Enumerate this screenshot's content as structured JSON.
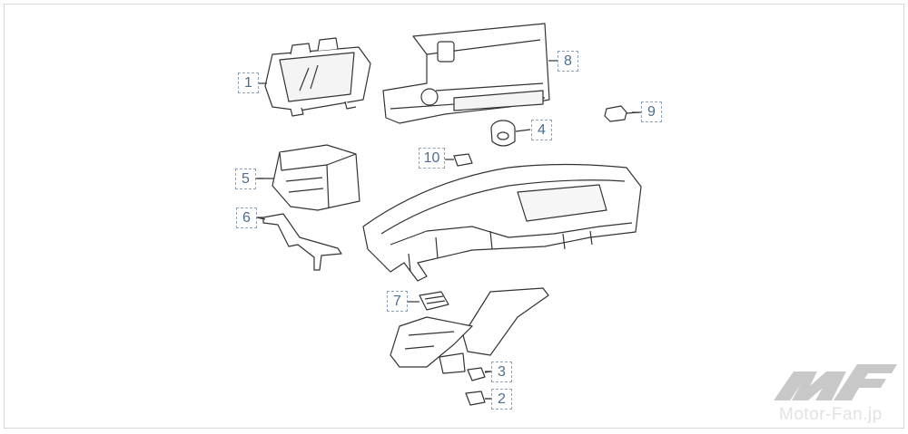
{
  "callouts": [
    "1",
    "2",
    "3",
    "4",
    "5",
    "6",
    "7",
    "8",
    "9",
    "10"
  ],
  "logo": {
    "mark": "MF",
    "text": "Motor-Fan.jp"
  },
  "colors": {
    "callout": "#4d6e8f",
    "callout_border": "#8fa3b8",
    "line_art": "#333333",
    "logo": "#c8c8c8"
  }
}
